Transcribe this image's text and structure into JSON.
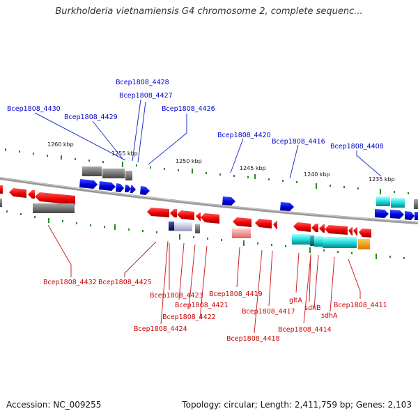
{
  "title": "Burkholderia vietnamiensis G4 chromosome 2, complete sequenc...",
  "footer": {
    "accession": "Accession: NC_009255",
    "topology": "Topology: circular; Length: 2,411,759 bp; Genes: 2,103"
  },
  "colors": {
    "plus_label": "#0000cc",
    "minus_label": "#cc0000",
    "cds_plus": "#0000ee",
    "cds_minus": "#ee0000",
    "tick": "#228b22",
    "backbone": "#888888"
  },
  "ruler_labels": [
    "1260 kbp",
    "1255 kbp",
    "1250 kbp",
    "1245 kbp",
    "1240 kbp",
    "1235 kbp"
  ],
  "gene_labels_plus": [
    "Bcep1808_4428",
    "Bcep1808_4427",
    "Bcep1808_4430",
    "Bcep1808_4429",
    "Bcep1808_4426",
    "Bcep1808_4420",
    "Bcep1808_4416",
    "Bcep1808_4408"
  ],
  "gene_labels_minus": [
    "Bcep1808_4432",
    "Bcep1808_4425",
    "Bcep1808_4419",
    "Bcep1808_4423",
    "Bcep1808_4421",
    "Bcep1808_4422",
    "Bcep1808_4424",
    "Bcep1808_4417",
    "Bcep1808_4418",
    "gltA",
    "sdhB",
    "sdhA",
    "Bcep1808_4414",
    "Bcep1808_4411"
  ]
}
